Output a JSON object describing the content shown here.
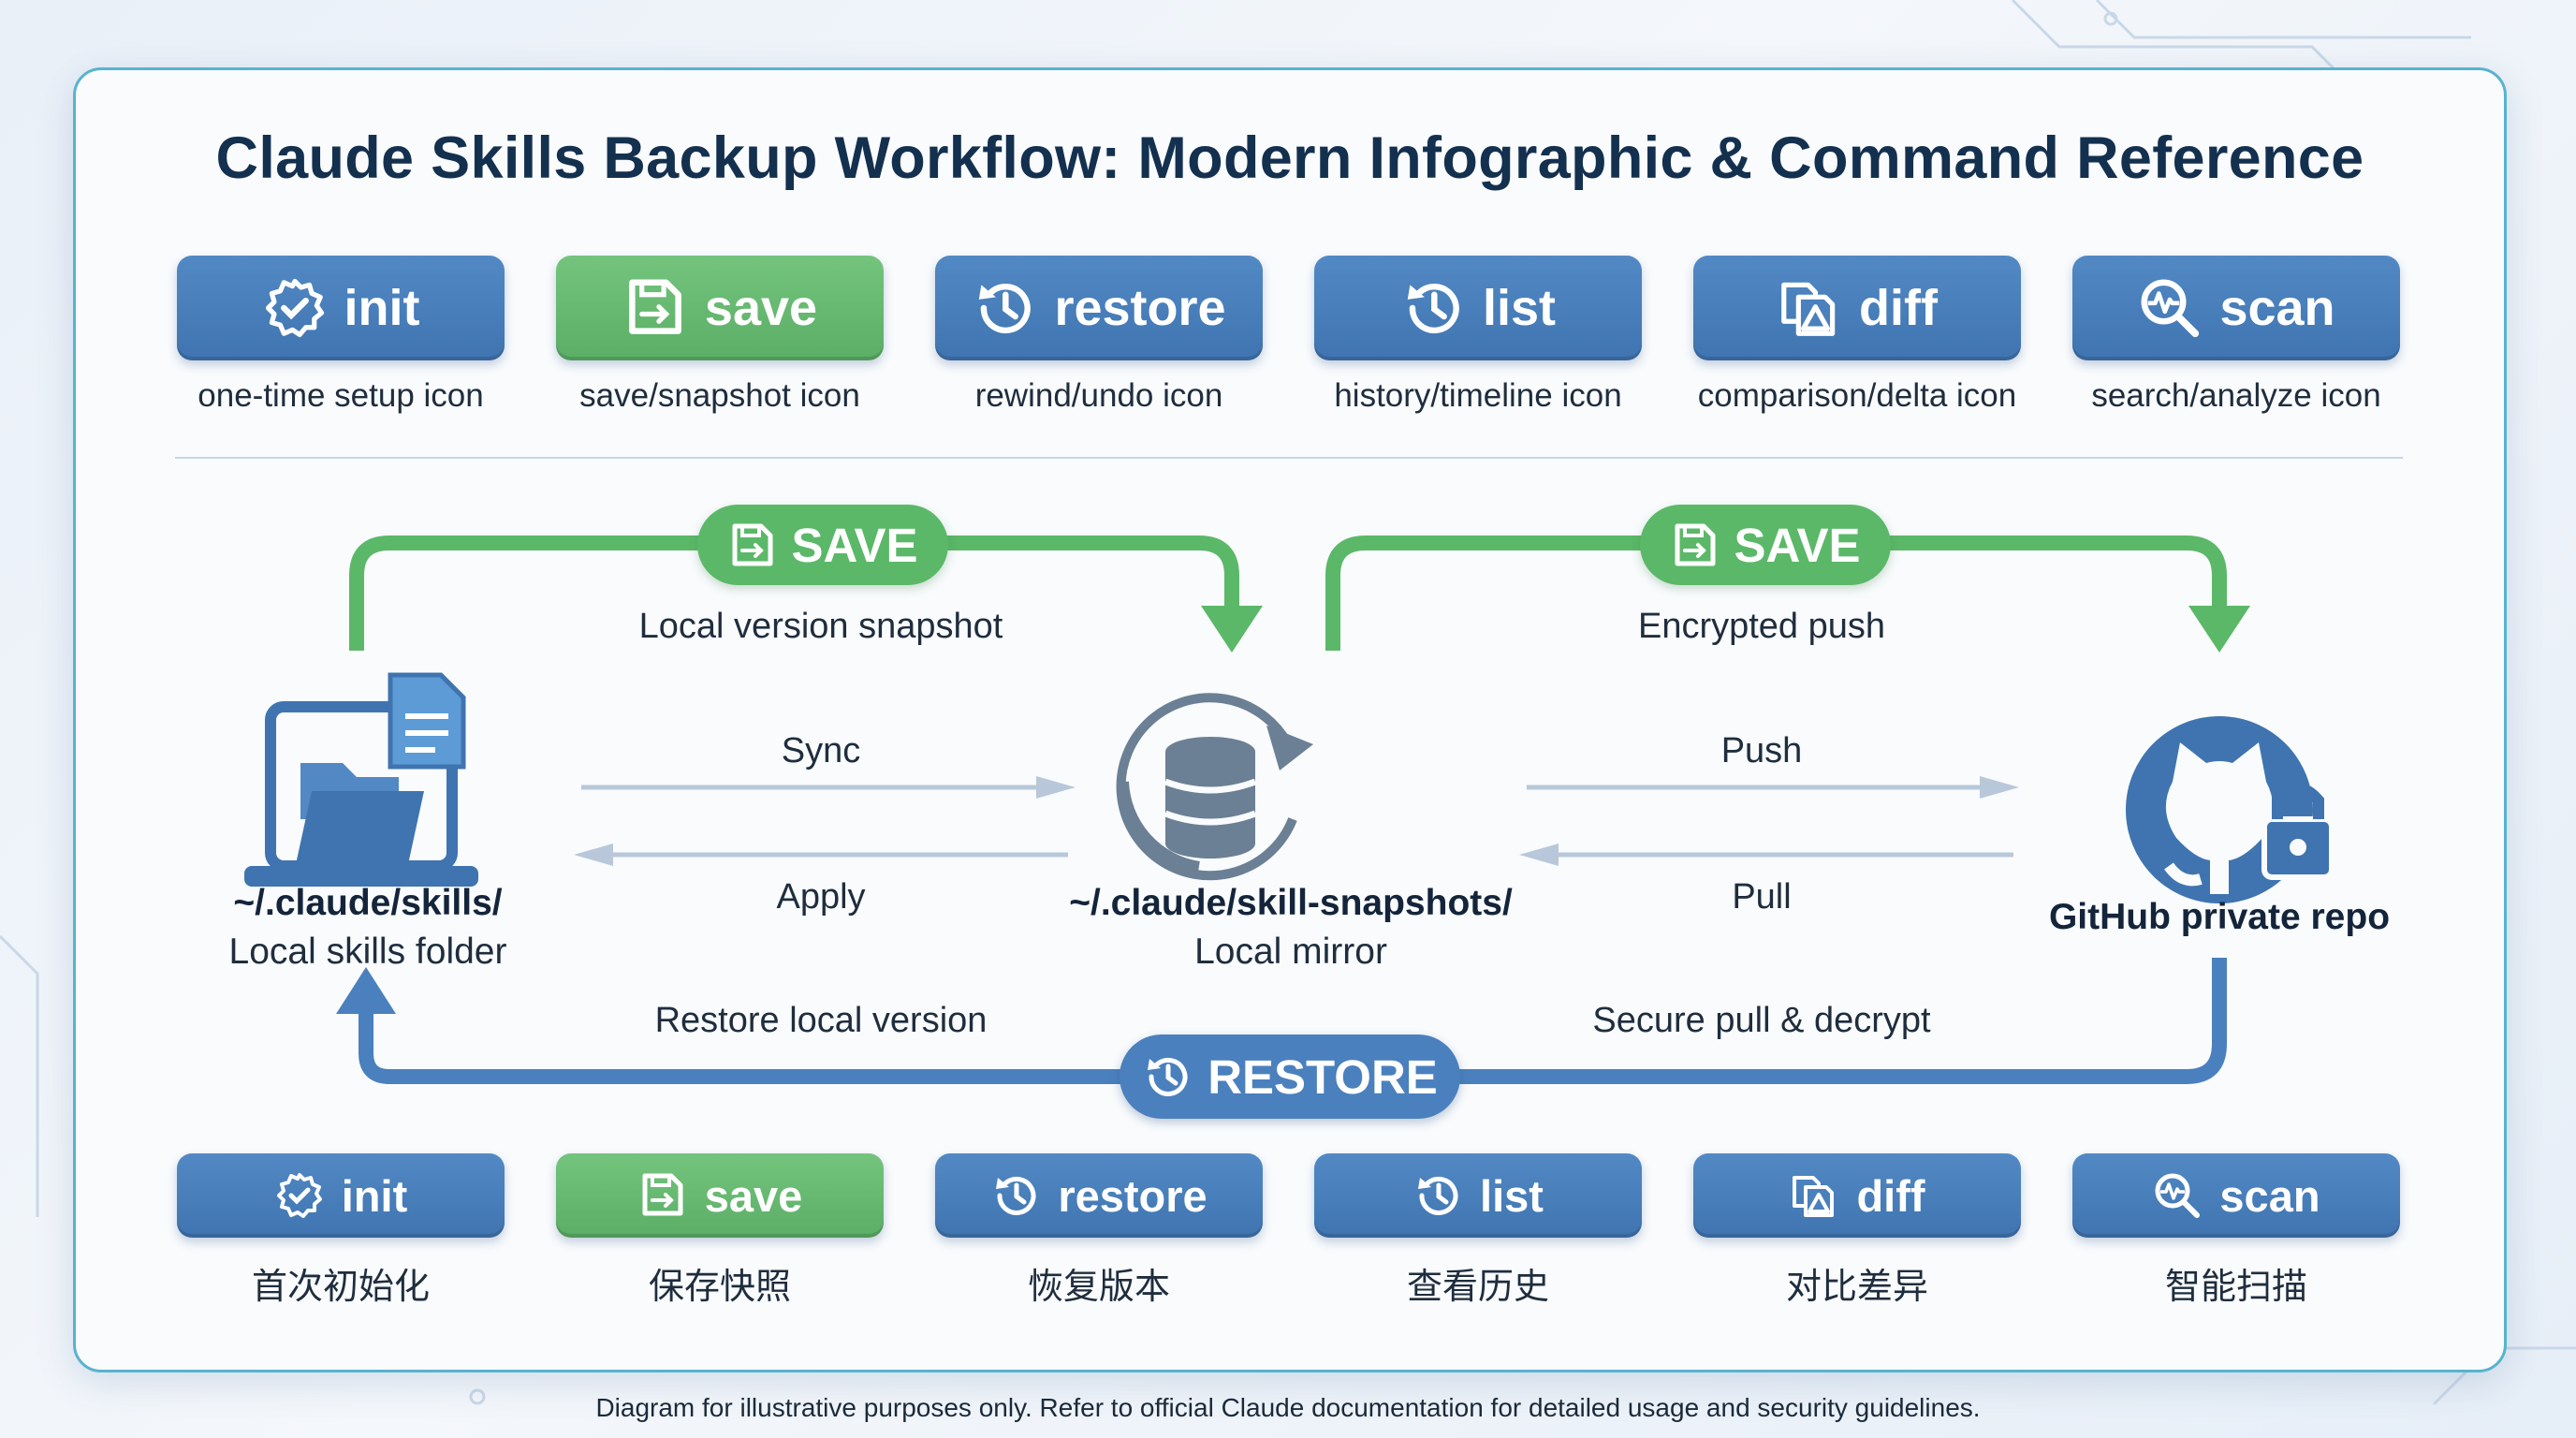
{
  "title": "Claude Skills Backup Workflow: Modern Infographic & Command Reference",
  "top_commands": [
    {
      "label": "init",
      "icon": "gear-check-icon",
      "caption": "one-time setup icon",
      "color": "blue"
    },
    {
      "label": "save",
      "icon": "save-arrow-icon",
      "caption": "save/snapshot icon",
      "color": "green"
    },
    {
      "label": "restore",
      "icon": "history-icon",
      "caption": "rewind/undo icon",
      "color": "blue"
    },
    {
      "label": "list",
      "icon": "history-icon",
      "caption": "history/timeline icon",
      "color": "blue"
    },
    {
      "label": "diff",
      "icon": "documents-delta-icon",
      "caption": "comparison/delta icon",
      "color": "blue"
    },
    {
      "label": "scan",
      "icon": "magnifier-pulse-icon",
      "caption": "search/analyze icon",
      "color": "blue"
    }
  ],
  "bottom_commands": [
    {
      "label": "init",
      "icon": "gear-check-icon",
      "caption": "首次初始化",
      "color": "blue"
    },
    {
      "label": "save",
      "icon": "save-arrow-icon",
      "caption": "保存快照",
      "color": "green"
    },
    {
      "label": "restore",
      "icon": "history-icon",
      "caption": "恢复版本",
      "color": "blue"
    },
    {
      "label": "list",
      "icon": "history-icon",
      "caption": "查看历史",
      "color": "blue"
    },
    {
      "label": "diff",
      "icon": "documents-delta-icon",
      "caption": "对比差异",
      "color": "blue"
    },
    {
      "label": "scan",
      "icon": "magnifier-pulse-icon",
      "caption": "智能扫描",
      "color": "blue"
    }
  ],
  "flow": {
    "save_left": {
      "label": "SAVE",
      "caption": "Local version snapshot"
    },
    "save_right": {
      "label": "SAVE",
      "caption": "Encrypted push"
    },
    "restore": {
      "label": "RESTORE",
      "caption_left": "Restore local version",
      "caption_right": "Secure pull & decrypt"
    },
    "sync_label": "Sync",
    "apply_label": "Apply",
    "push_label": "Push",
    "pull_label": "Pull",
    "nodes": {
      "local": {
        "path": "~/.claude/skills/",
        "name": "Local skills folder"
      },
      "mirror": {
        "path": "~/.claude/skill-snapshots/",
        "name": "Local mirror"
      },
      "github": {
        "path": "GitHub private repo"
      }
    }
  },
  "footer": "Diagram for illustrative purposes only. Refer to official Claude documentation for detailed usage and security guidelines.",
  "colors": {
    "green": "#5bb868",
    "blue": "#4a80bd",
    "border": "#58b3cf",
    "title": "#14304f"
  }
}
